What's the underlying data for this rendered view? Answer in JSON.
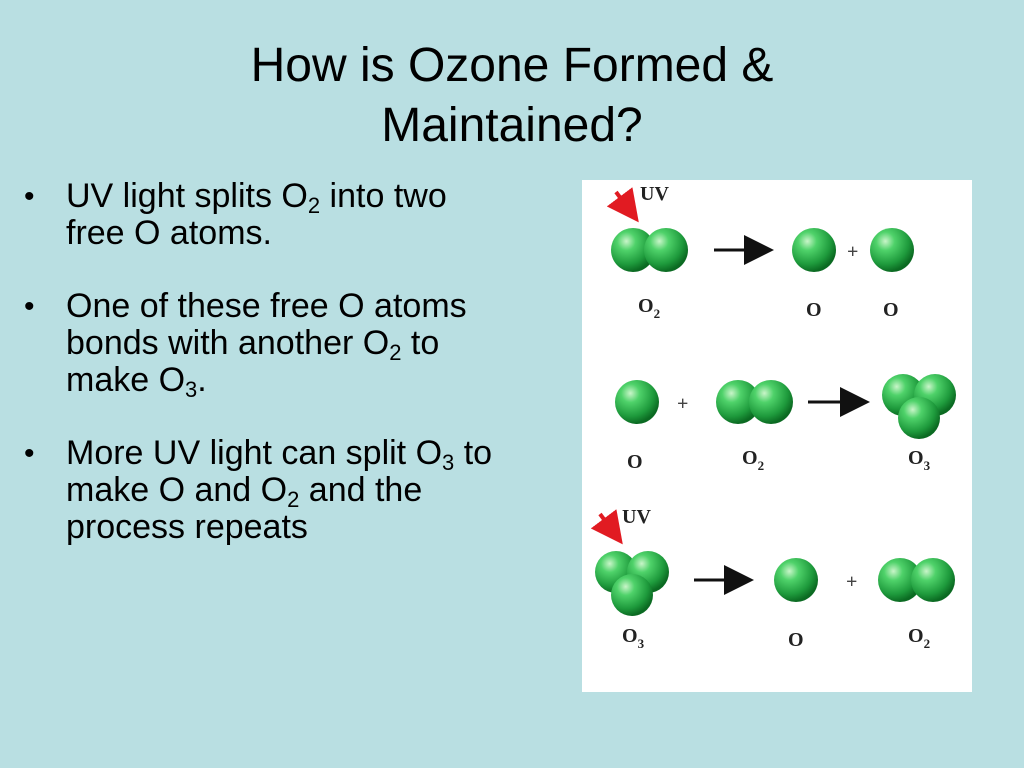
{
  "slide": {
    "title_line1": "How is Ozone Formed &",
    "title_line2": "Maintained?"
  },
  "bullets": [
    {
      "pre": "UV light splits O",
      "sub": "2",
      "post": " into two free O atoms."
    },
    {
      "pre": "One of these free O atoms bonds with another O",
      "sub": "2",
      "mid": " to make O",
      "sub2": "3",
      "post": "."
    },
    {
      "pre": "More UV light can split O",
      "sub": "3",
      "mid": " to make O and O",
      "sub2": "2",
      "post": " and the process repeats"
    }
  ],
  "diagram": {
    "uv_label": "UV",
    "plus": "+",
    "o": "O",
    "sub2": "2",
    "sub3": "3",
    "colors": {
      "atom": "#2fb84f",
      "atom_dark": "#0f7a2a",
      "arrow": "#e11b22"
    }
  }
}
